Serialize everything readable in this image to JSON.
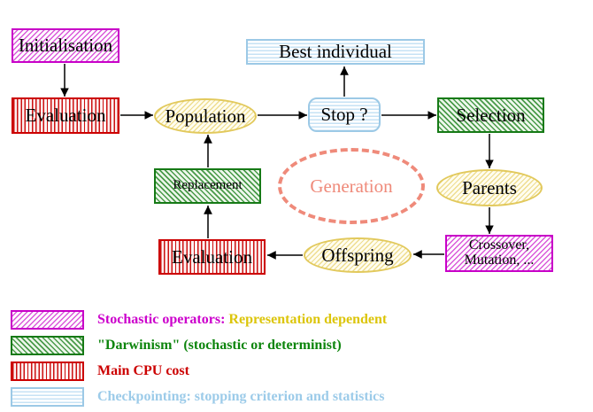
{
  "nodes": {
    "initialisation": {
      "label": "Initialisation"
    },
    "evaluation_top": {
      "label": "Evaluation"
    },
    "population": {
      "label": "Population"
    },
    "best_individual": {
      "label": "Best individual"
    },
    "stop": {
      "label": "Stop ?"
    },
    "selection": {
      "label": "Selection"
    },
    "replacement": {
      "label": "Replacement"
    },
    "generation": {
      "label": "Generation"
    },
    "parents": {
      "label": "Parents"
    },
    "crossover": {
      "label_line1": "Crossover,",
      "label_line2": "Mutation, ..."
    },
    "offspring": {
      "label": "Offspring"
    },
    "evaluation_bottom": {
      "label": "Evaluation"
    }
  },
  "legend": [
    {
      "swatch": "magenta-diagonal-hatch",
      "text_primary": "Stochastic operators:",
      "text_secondary": "Representation dependent"
    },
    {
      "swatch": "green-diagonal-hatch",
      "text_primary": "\"Darwinism\" (stochastic or determinist)",
      "text_secondary": ""
    },
    {
      "swatch": "red-vertical-stripes",
      "text_primary": "Main CPU cost",
      "text_secondary": ""
    },
    {
      "swatch": "cyan-horizontal-stripes",
      "text_primary": "Checkpointing: stopping criterion and statistics",
      "text_secondary": ""
    }
  ],
  "colors": {
    "magenta": "#cc00cc",
    "green": "#0d850d",
    "red": "#cc0000",
    "cyan_border": "#9cc9e6",
    "cyan_text": "#9ccbe9",
    "yellow_border": "#e2c95c",
    "yellow_text": "#dcc50a",
    "salmon": "#ef8a7a",
    "arrow": "#000000"
  }
}
